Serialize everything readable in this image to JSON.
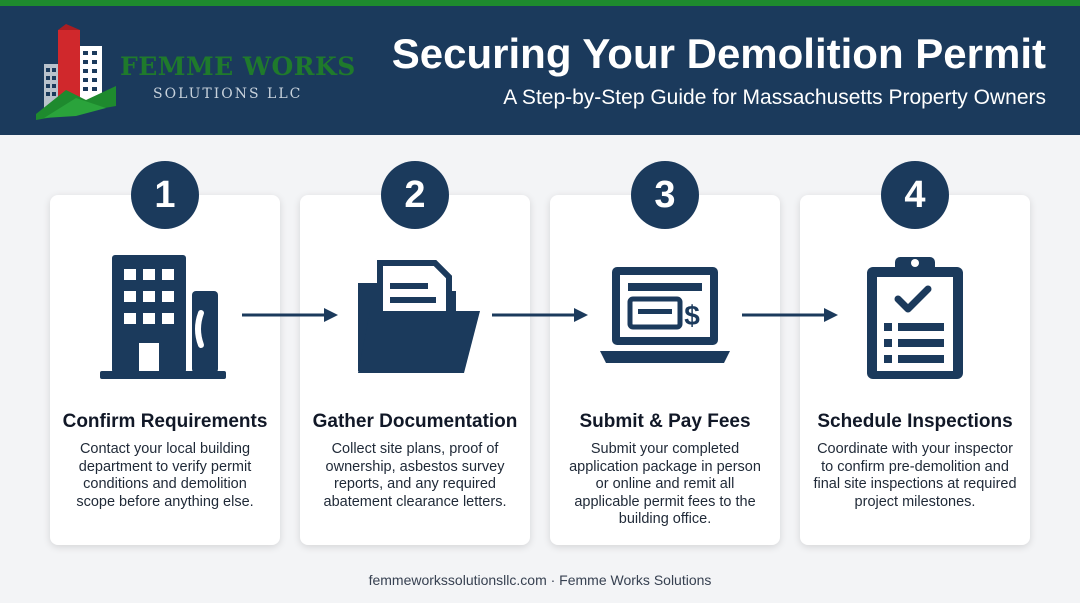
{
  "brand": {
    "name": "FEMME WORKS",
    "sub": "SOLUTIONS LLC"
  },
  "header": {
    "title": "Securing Your Demolition Permit",
    "subtitle": "A Step-by-Step Guide for Massachusetts Property Owners"
  },
  "steps": [
    {
      "number": "1",
      "icon": "office-building-phone-icon",
      "title": "Confirm Requirements",
      "text": "Contact your local building department to verify permit conditions and demolition scope before anything else."
    },
    {
      "number": "2",
      "icon": "document-folder-icon",
      "title": "Gather Documentation",
      "text": "Collect site plans, proof of ownership, asbestos survey reports, and any required abatement clearance letters."
    },
    {
      "number": "3",
      "icon": "laptop-payment-icon",
      "title": "Submit & Pay Fees",
      "text": "Submit your completed application package in person or online and remit all applicable permit fees to the building office."
    },
    {
      "number": "4",
      "icon": "clipboard-checklist-icon",
      "title": "Schedule Inspections",
      "text": "Coordinate with your inspector to confirm pre-demolition and final site inspections at required project milestones."
    }
  ],
  "footer": {
    "text": "femmeworkssolutionsllc.com · Femme Works Solutions"
  },
  "colors": {
    "navy": "#1b3a5c",
    "green": "#1e8a2e",
    "red": "#d0282c"
  }
}
